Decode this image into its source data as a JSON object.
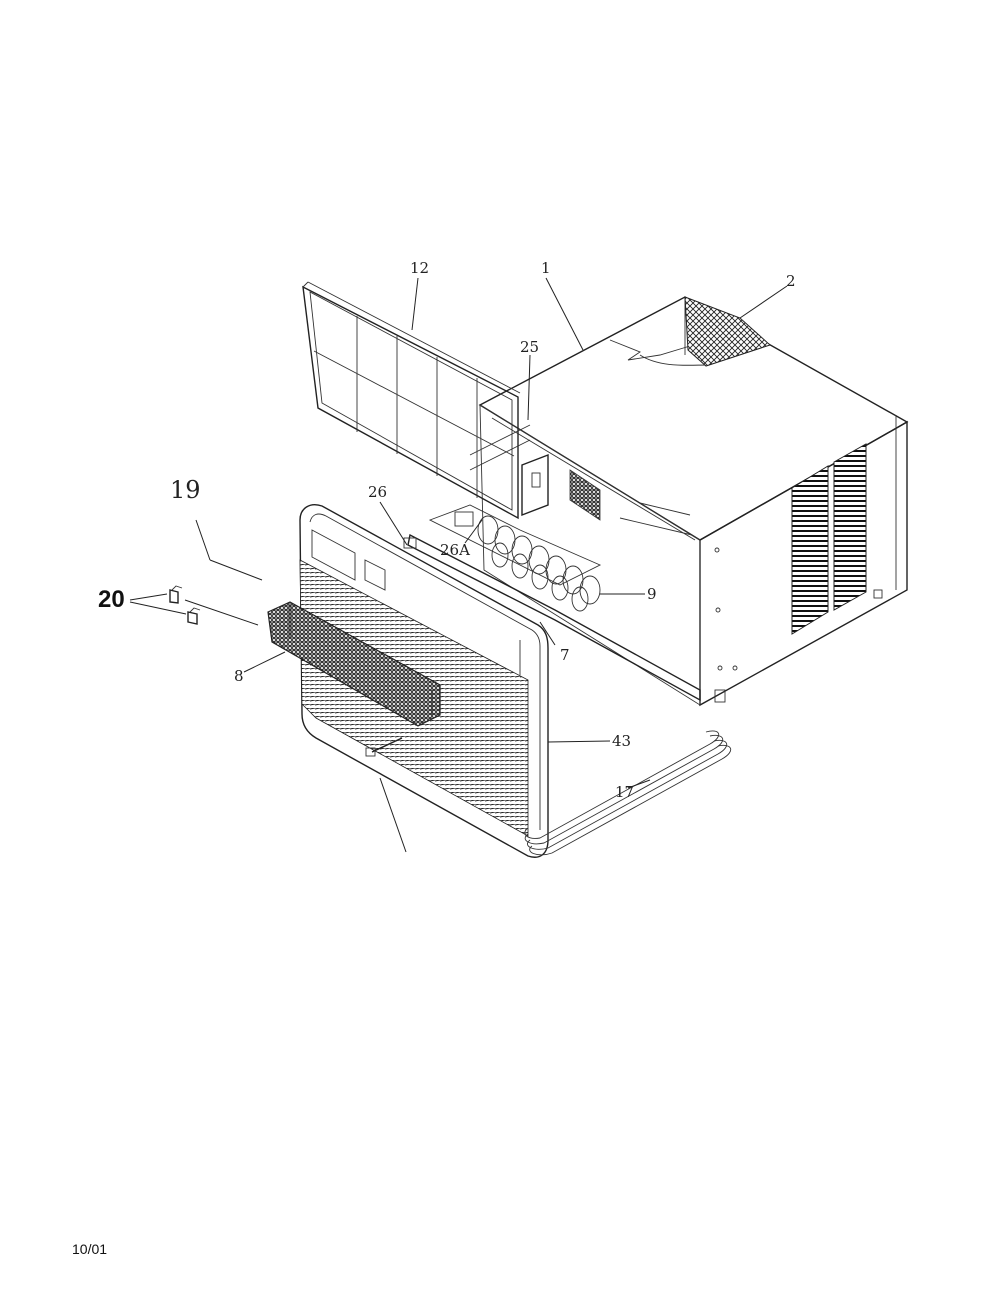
{
  "callouts": {
    "c1": "1",
    "c2": "2",
    "c7": "7",
    "c8": "8",
    "c9": "9",
    "c12": "12",
    "c17": "17",
    "c19": "19",
    "c20": "20",
    "c25": "25",
    "c26": "26",
    "c26a": "26A",
    "c43": "43"
  },
  "footer": {
    "date": "10/01"
  },
  "colors": {
    "ink": "#222222",
    "background": "#ffffff"
  }
}
